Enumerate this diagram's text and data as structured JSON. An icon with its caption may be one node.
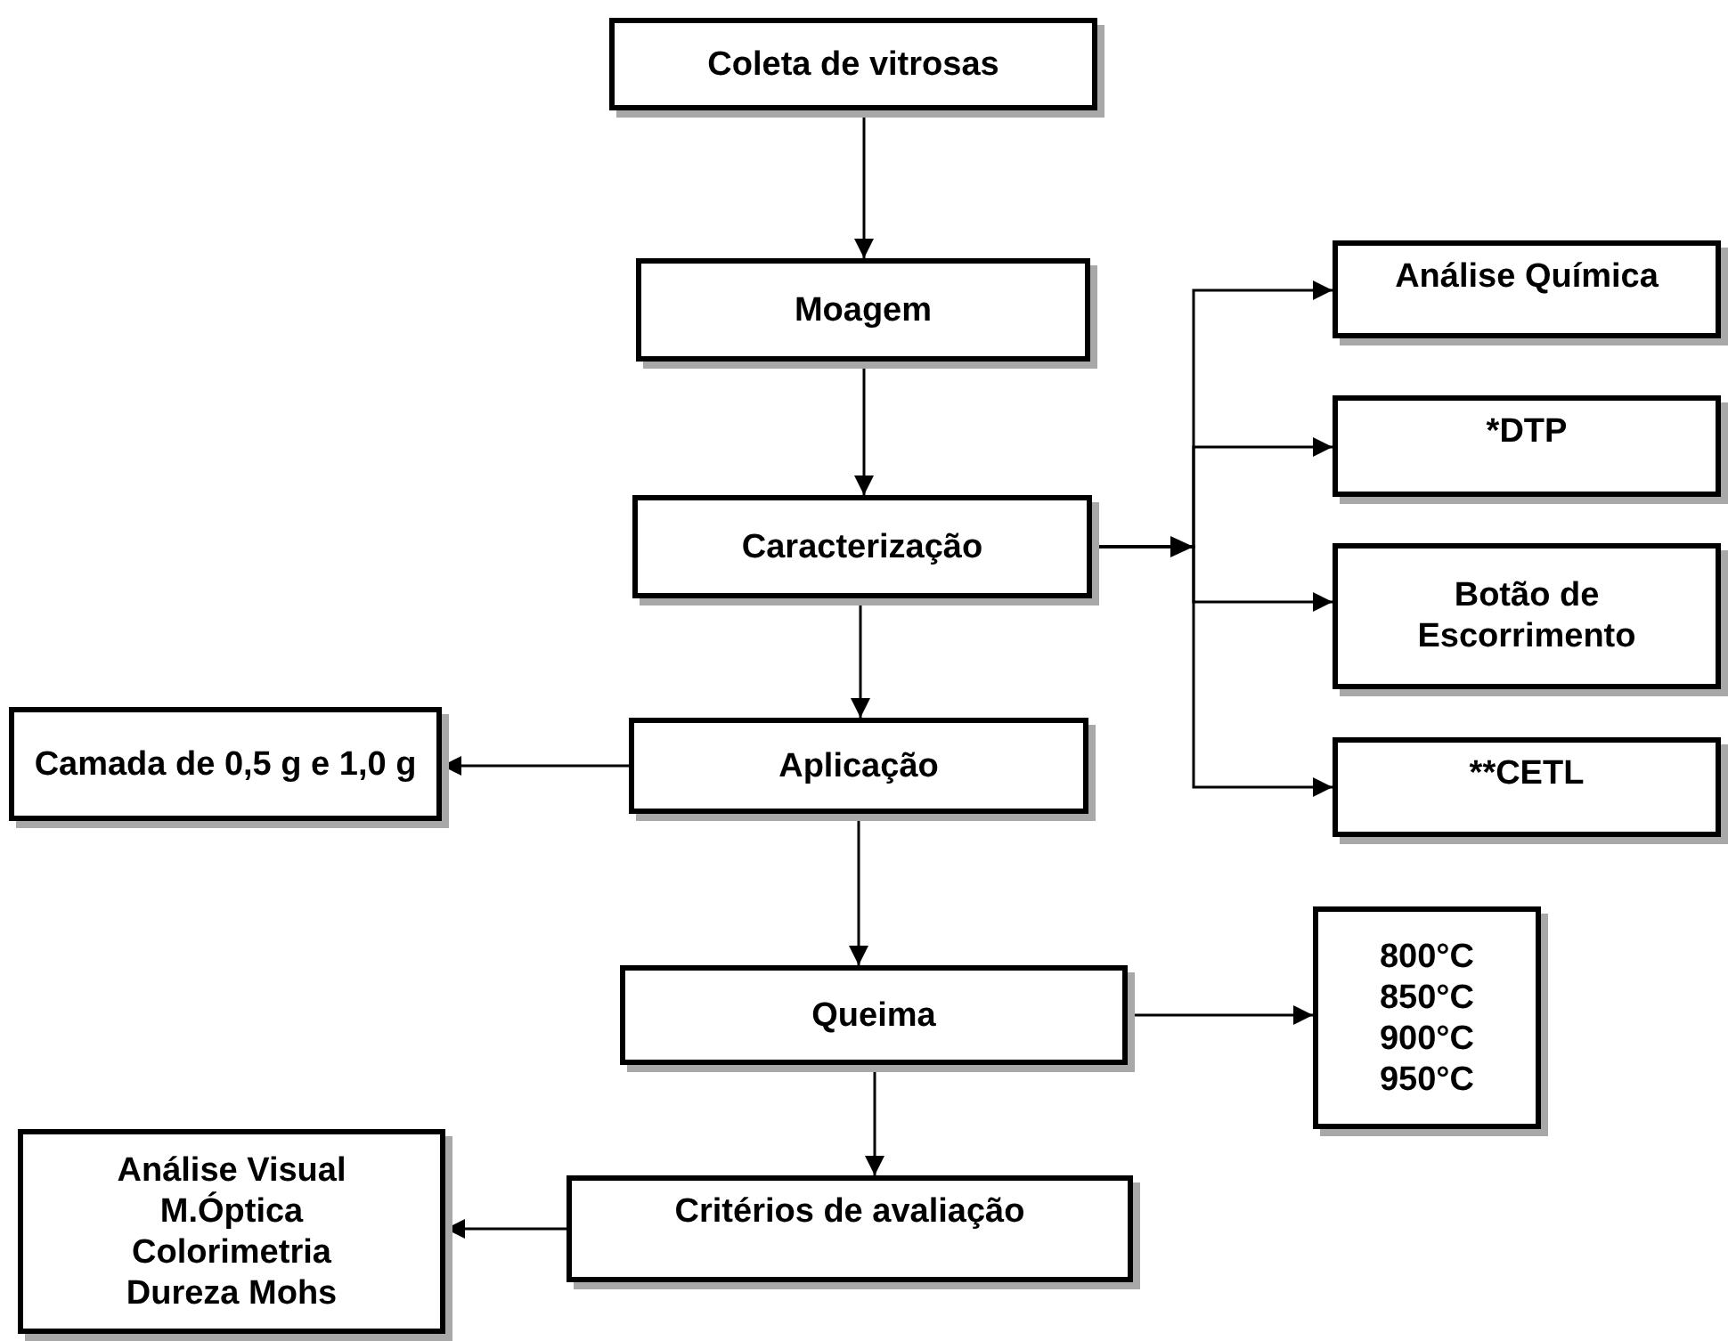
{
  "diagram": {
    "nodes": [
      {
        "text": [
          "Coleta de vitrosas"
        ]
      },
      {
        "text": [
          "Moagem"
        ]
      },
      {
        "text": [
          "Caracterização"
        ]
      },
      {
        "text": [
          "Análise Química"
        ]
      },
      {
        "text": [
          "*DTP"
        ]
      },
      {
        "text": [
          "Botão de Escorrimento"
        ]
      },
      {
        "text": [
          "**CETL"
        ]
      },
      {
        "text": [
          "Camada de 0,5 g e 1,0 g"
        ]
      },
      {
        "text": [
          "Aplicação"
        ]
      },
      {
        "text": [
          "Queima"
        ]
      },
      {
        "text": [
          "800°C",
          "850°C",
          "900°C",
          "950°C"
        ]
      },
      {
        "text": [
          "Critérios de avaliação"
        ]
      },
      {
        "text": [
          "Análise Visual",
          "M.Óptica",
          "Colorimetria",
          "Dureza Mohs"
        ]
      }
    ],
    "edges": [
      {
        "from": 0,
        "to": 1,
        "arrow": "to"
      },
      {
        "from": 1,
        "to": 2,
        "arrow": "to"
      },
      {
        "from": 2,
        "to": 3,
        "arrow": "to"
      },
      {
        "from": 2,
        "to": 4,
        "arrow": "to"
      },
      {
        "from": 2,
        "to": 5,
        "arrow": "to"
      },
      {
        "from": 2,
        "to": 6,
        "arrow": "to"
      },
      {
        "from": 2,
        "to": 8,
        "arrow": "to"
      },
      {
        "from": 8,
        "to": 7,
        "arrow": "to"
      },
      {
        "from": 8,
        "to": 9,
        "arrow": "to"
      },
      {
        "from": 9,
        "to": 10,
        "arrow": "to"
      },
      {
        "from": 9,
        "to": 11,
        "arrow": "to"
      },
      {
        "from": 11,
        "to": 12,
        "arrow": "to"
      }
    ]
  }
}
